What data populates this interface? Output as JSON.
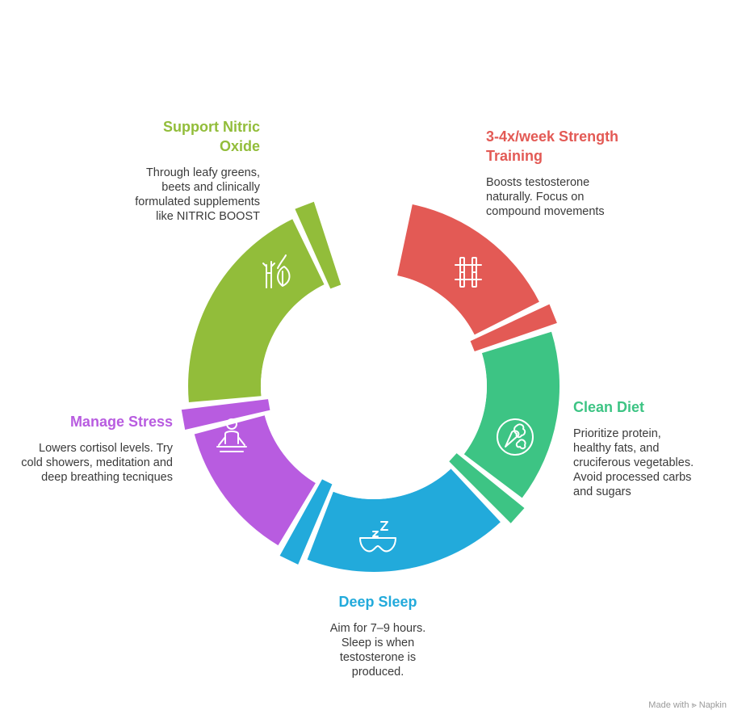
{
  "colors": {
    "strength": "#E35A55",
    "diet": "#3DC484",
    "sleep": "#22AADB",
    "stress": "#B85CE0",
    "nitric": "#92BD3A"
  },
  "steps": {
    "nitric": {
      "title": "Support Nitric\nOxide",
      "desc": "Through leafy greens,\nbeets and clinically\nformulated supplements\nlike NITRIC BOOST",
      "icon": "plant-leaf-icon"
    },
    "strength": {
      "title": "3-4x/week Strength\nTraining",
      "desc": "Boosts testosterone\nnaturally. Focus on\ncompound movements",
      "icon": "barbell-icon"
    },
    "diet": {
      "title": "Clean Diet",
      "desc": "Prioritize protein,\nhealthy fats, and\ncruciferous vegetables.\nAvoid processed carbs\nand sugars",
      "icon": "vegetables-icon"
    },
    "sleep": {
      "title": "Deep Sleep",
      "desc": "Aim for 7–9 hours.\nSleep is when\ntestosterone is\nproduced.",
      "icon": "sleep-mask-icon"
    },
    "stress": {
      "title": "Manage Stress",
      "desc": "Lowers cortisol levels. Try\ncold showers, meditation and\ndeep breathing tecniques",
      "icon": "meditation-icon"
    }
  },
  "watermark": "Made with ⪢ Napkin"
}
